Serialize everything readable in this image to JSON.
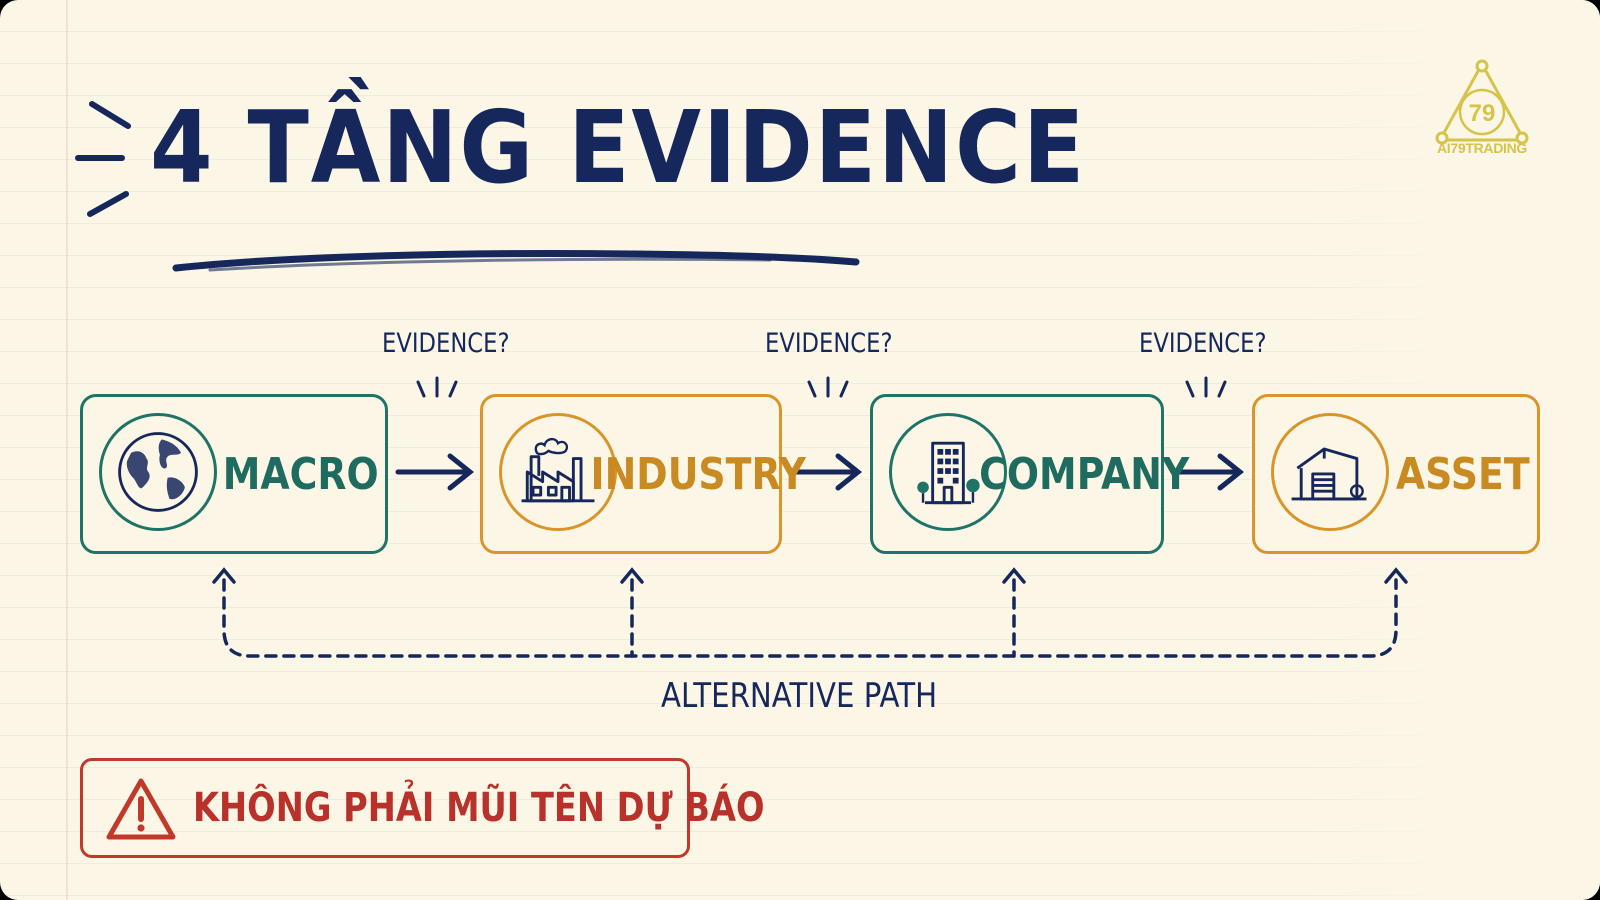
{
  "title": "4 TẦNG EVIDENCE",
  "logo": {
    "text": "AI79TRADING",
    "mark": "79"
  },
  "layers": [
    {
      "label": "MACRO",
      "icon": "globe-icon",
      "color": "#1f7367"
    },
    {
      "label": "INDUSTRY",
      "icon": "factory-icon",
      "color": "#d9952a"
    },
    {
      "label": "COMPANY",
      "icon": "office-building-icon",
      "color": "#1f7367"
    },
    {
      "label": "ASSET",
      "icon": "warehouse-icon",
      "color": "#d9952a"
    }
  ],
  "transitions": [
    {
      "question": "EVIDENCE?"
    },
    {
      "question": "EVIDENCE?"
    },
    {
      "question": "EVIDENCE?"
    }
  ],
  "alternative_path": {
    "label": "ALTERNATIVE PATH"
  },
  "warning": {
    "text": "KHÔNG PHẢI MŨI TÊN DỰ BÁO",
    "icon": "warning-triangle-icon",
    "color": "#c0392b"
  },
  "colors": {
    "ink": "#16275c",
    "teal": "#1f7367",
    "gold": "#d9952a",
    "paper": "#fbf6e6"
  }
}
